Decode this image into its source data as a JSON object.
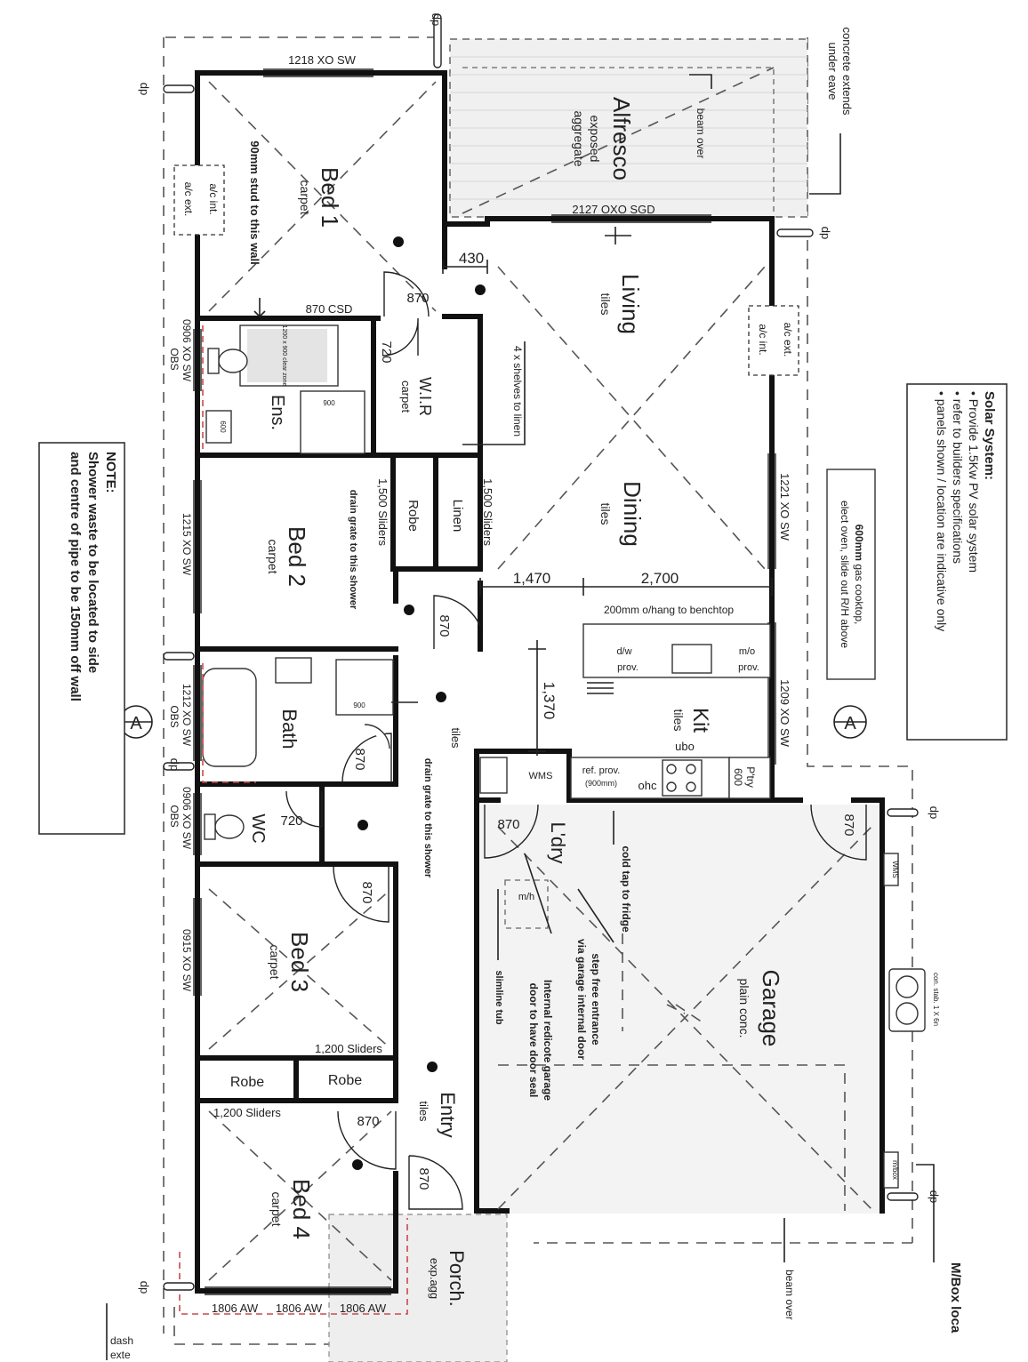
{
  "rooms": {
    "bed1": {
      "name": "Bed 1",
      "finish": "carpet"
    },
    "bed2": {
      "name": "Bed 2",
      "finish": "carpet"
    },
    "bed3": {
      "name": "Bed 3",
      "finish": "carpet"
    },
    "bed4": {
      "name": "Bed 4",
      "finish": "carpet"
    },
    "alfresco": {
      "name": "Alfresco",
      "finish1": "exposed",
      "finish2": "aggregate"
    },
    "living": {
      "name": "Living",
      "finish": "tiles"
    },
    "dining": {
      "name": "Dining",
      "finish": "tiles"
    },
    "kit": {
      "name": "Kit",
      "finish": "tiles"
    },
    "ens": {
      "name": "Ens."
    },
    "wir": {
      "name": "W.I.R",
      "finish": "carpet"
    },
    "bath": {
      "name": "Bath"
    },
    "wc": {
      "name": "WC"
    },
    "ldry": {
      "name": "L'dry"
    },
    "garage": {
      "name": "Garage",
      "finish": "plain conc."
    },
    "entry": {
      "name": "Entry",
      "finish": "tiles"
    },
    "porch": {
      "name": "Porch.",
      "finish": "exp.agg"
    },
    "robe": "Robe",
    "linen": "Linen",
    "hall_tiles": "tiles",
    "pantry": "P'try",
    "pantry_size": "600"
  },
  "windows": {
    "w1218": "1218 XO SW",
    "w2127": "2127 OXO SGD",
    "w1221": "1221 XO SW",
    "w1209": "1209 XO SW",
    "w0906a": "0906 XO SW",
    "obs": "OBS",
    "w1215": "1215 XO SW",
    "w1212": "1212 XO SW",
    "w0906b": "0906 XO SW",
    "w0915": "0915 XO SW",
    "w1806": "1806 AW",
    "csd": "870 CSD"
  },
  "doors": {
    "d870": "870",
    "d720": "720"
  },
  "dimensions": {
    "d430": "430",
    "d1470": "1,470",
    "d2700": "2,700",
    "d1370": "1,370",
    "d900": "900"
  },
  "sliders": {
    "s1500": "1,500 Sliders",
    "s1200": "1,200 Sliders"
  },
  "labels": {
    "dp": "dp",
    "ac_ext": "a/c ext.",
    "ac_int": "a/c int.",
    "stud": "90mm stud to this wall",
    "beam_over": "beam over",
    "concrete1": "concrete extends",
    "concrete2": "under eave",
    "shelves": "4 x shelves to linen",
    "drain": "drain grate to this shower",
    "overhang": "200mm o/hang to benchtop",
    "dw": "d/w",
    "prov": "prov.",
    "mo": "m/o",
    "ubo": "ubo",
    "ohc": "ohc",
    "wm": "WMS",
    "refprov": "ref. prov.",
    "ref900": "(900mm)",
    "coldtap": "cold tap to fridge",
    "stepfree1": "step free entrance",
    "stepfree2": "via garage internal door",
    "redicote1": "Internal redicote garage",
    "redicote2": "door to have door seal",
    "slimline": "slimline tub",
    "mh": "m/h",
    "wms_g": "WMS",
    "mbox": "m/box",
    "mbox_loc": "M/Box loca",
    "hws": "con. stab. 1 X 6n",
    "section": "A",
    "clearzone": "1200 x 900 clear zone",
    "dash_ext1": "dash",
    "dash_ext2": "exte",
    "fr900": "900",
    "fr600": "600"
  },
  "cooktop": {
    "line1_bold": "600mm",
    "line1": " gas cooktop,",
    "line2": "elect oven, slide out R/H above"
  },
  "solar": {
    "title": "Solar System:",
    "items": [
      "• Provide 1.5Kw PV solar system",
      "• refer to builders specifications",
      "• panels shown / location are indicative only"
    ]
  },
  "note": {
    "title": "NOTE:",
    "line1": "Shower waste to be located to side",
    "line2": "and centre of pipe to be 150mm off wall"
  }
}
